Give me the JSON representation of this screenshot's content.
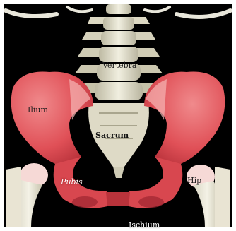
{
  "figure": {
    "labels": {
      "vertebra": "Vertebra",
      "ilium": "Ilium",
      "sacrum": "Sacrum",
      "pubis": "Pubis",
      "hip": "Hip",
      "ischium": "Ischium"
    }
  },
  "colors": {
    "background": "#000000",
    "bone": "#e9e6d4",
    "bone_shade": "#b9b59f",
    "hip_bone": "#e35a5f",
    "hip_bone_dark": "#b8313a",
    "hip_bone_light": "#f3a6a6",
    "frame": "#ffffff"
  }
}
